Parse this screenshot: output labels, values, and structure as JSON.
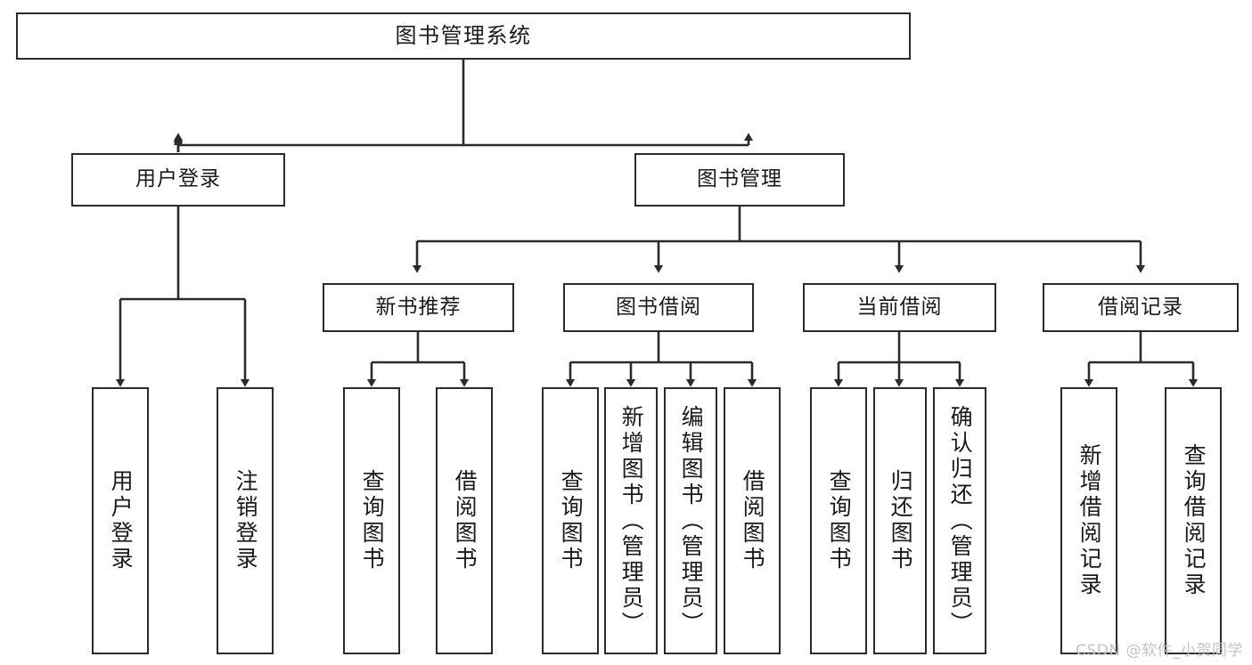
{
  "diagram": {
    "type": "tree-hierarchy",
    "orientation": "top-down",
    "title": "图书管理系统",
    "edge_color": "#2b2b2b",
    "box_border_color": "#2b2b2b",
    "box_fill_color": "#ffffff",
    "text_color": "#1a1a1a",
    "background_color": "#ffffff"
  },
  "root": {
    "label": "图书管理系统"
  },
  "level2": [
    {
      "label": "用户登录"
    },
    {
      "label": "图书管理"
    }
  ],
  "level3": [
    {
      "label": "新书推荐"
    },
    {
      "label": "图书借阅"
    },
    {
      "label": "当前借阅"
    },
    {
      "label": "借阅记录"
    }
  ],
  "leaves": {
    "user_login": [
      {
        "label": "用户登录"
      },
      {
        "label": "注销登录"
      }
    ],
    "new_book": [
      {
        "label": "查询图书"
      },
      {
        "label": "借阅图书"
      }
    ],
    "book_borrow": [
      {
        "label": "查询图书"
      },
      {
        "label": "新增图书（管理员）"
      },
      {
        "label": "编辑图书（管理员）"
      },
      {
        "label": "借阅图书"
      }
    ],
    "current_borrow": [
      {
        "label": "查询图书"
      },
      {
        "label": "归还图书"
      },
      {
        "label": "确认归还（管理员）"
      }
    ],
    "borrow_record": [
      {
        "label": "新增借阅记录"
      },
      {
        "label": "查询借阅记录"
      }
    ]
  },
  "watermark": {
    "text": "CSDN @软件_小贺同学",
    "color": "#c3c3c3"
  }
}
